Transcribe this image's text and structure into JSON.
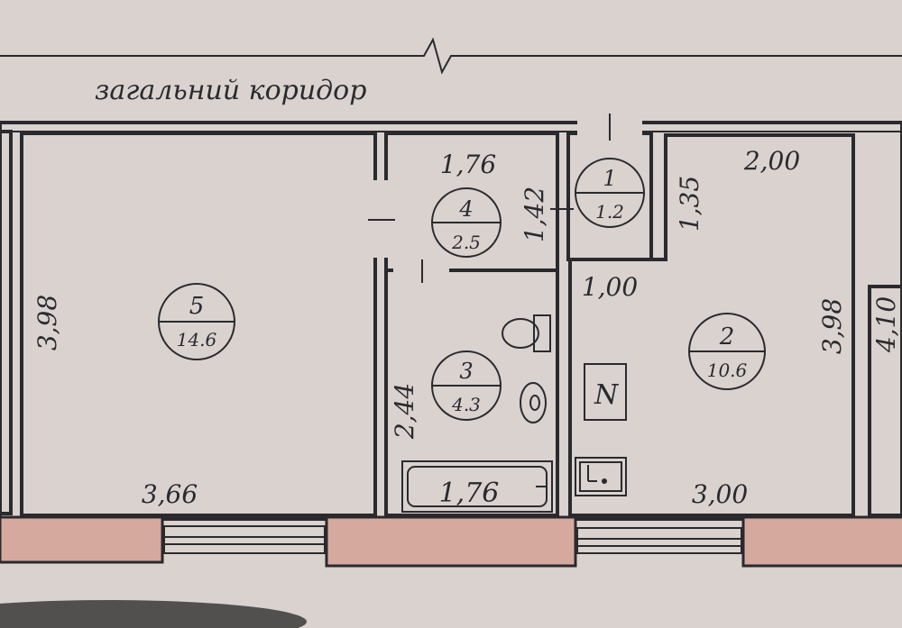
{
  "corridor_label": "загальний коридор",
  "rooms": [
    {
      "number": "1",
      "area": "1.2"
    },
    {
      "number": "2",
      "area": "10.6"
    },
    {
      "number": "3",
      "area": "4.3"
    },
    {
      "number": "4",
      "area": "2.5"
    },
    {
      "number": "5",
      "area": "14.6"
    }
  ],
  "dimensions": {
    "room5_height": "3,98",
    "room5_width": "3,66",
    "room4_width": "1,76",
    "room4_height": "1,42",
    "room1_height": "1,35",
    "room1_bottom": "1,00",
    "room3_height": "2,44",
    "bath_length": "1,76",
    "room2_top": "2,00",
    "room2_height": "3,98",
    "room2_width": "3,00",
    "outer_height": "4,10"
  },
  "symbols": {
    "north_marker": "N"
  },
  "colors": {
    "background": "#d9d2cf",
    "ink": "#2a2a2e",
    "wall_fill": "#d6a99f"
  }
}
